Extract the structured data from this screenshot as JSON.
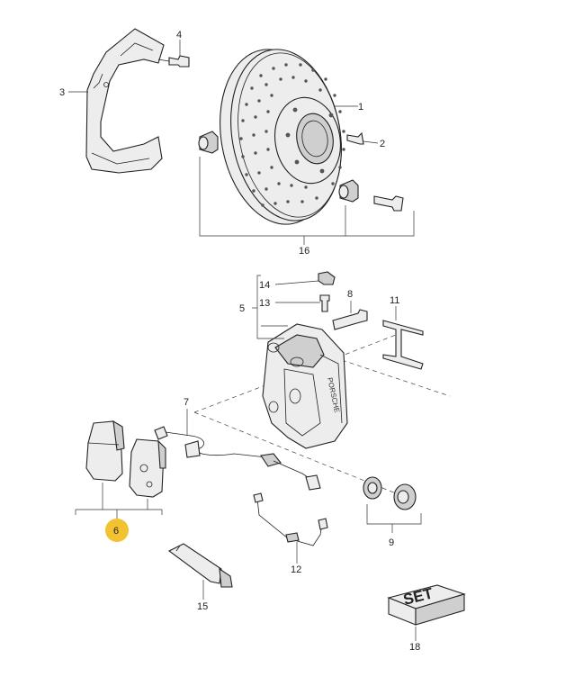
{
  "callouts": [
    {
      "id": "c1",
      "label": "1"
    },
    {
      "id": "c2",
      "label": "2"
    },
    {
      "id": "c3",
      "label": "3"
    },
    {
      "id": "c4",
      "label": "4"
    },
    {
      "id": "c5",
      "label": "5"
    },
    {
      "id": "c6",
      "label": "6",
      "highlighted": true
    },
    {
      "id": "c7",
      "label": "7"
    },
    {
      "id": "c8",
      "label": "8"
    },
    {
      "id": "c9",
      "label": "9"
    },
    {
      "id": "c11",
      "label": "11"
    },
    {
      "id": "c12",
      "label": "12"
    },
    {
      "id": "c13",
      "label": "13"
    },
    {
      "id": "c14",
      "label": "14"
    },
    {
      "id": "c15",
      "label": "15"
    },
    {
      "id": "c16",
      "label": "16"
    },
    {
      "id": "c18",
      "label": "18"
    }
  ],
  "set_box_text": "SET",
  "caliper_brand": "PORSCHE",
  "highlight_color": "#f2c230"
}
